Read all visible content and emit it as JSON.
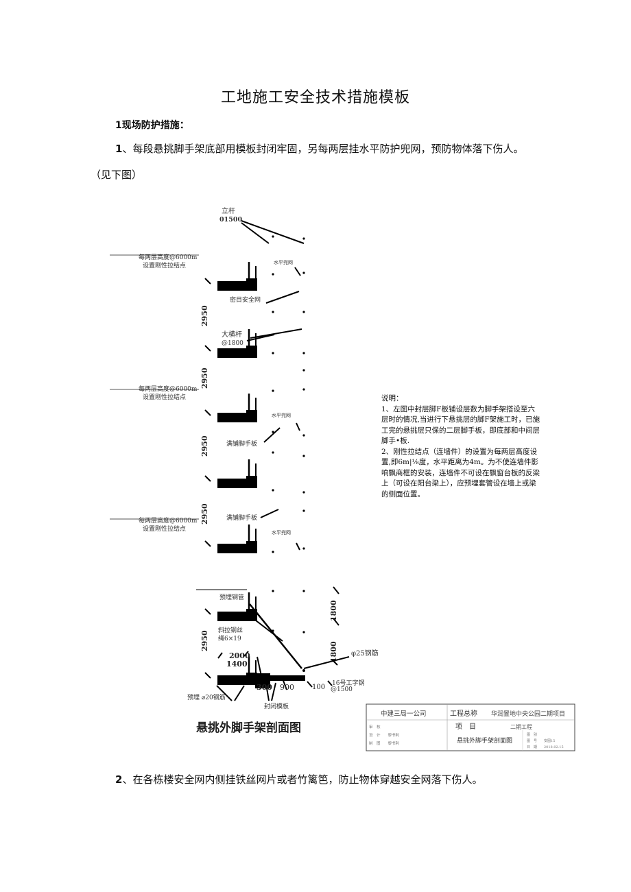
{
  "doc": {
    "title": "工地施工安全技术措施模板",
    "section1_heading": "1现场防护措施：",
    "item1_num": "1",
    "item1_text": "、每段悬挑脚手架底部用模板封闭牢固，另每两层挂水平防护兜网，预防物体落下伤人。",
    "item1_cont": "（见下图）",
    "item2_num": "2",
    "item2_text": "、在各栋楼安全网内侧挂铁丝网片或者竹篱笆，防止物体穿越安全网落下伤人。"
  },
  "figure": {
    "labels": {
      "pole": "立杆",
      "pole_spacing": "01500",
      "tie_line1": "每两层高度@6000m",
      "tie_line2": "设置刚性拉结点",
      "horizontal_net": "水平兜网",
      "dense_net": "密目安全网",
      "ledger": "大横杆",
      "ledger_spacing": "@1800",
      "full_board": "满铺脚手板",
      "embedded_pipe": "预埋钢管",
      "wire_rope1": "斜拉钢丝",
      "wire_rope2": "绳6×19",
      "dim_2950": "2950",
      "dim_2000": "2000",
      "dim_1400": "1400",
      "dim_1800": "1800",
      "dim_300": "300",
      "dim_900": "900",
      "dim_100": "100",
      "rebar25": "φ25钢筋",
      "i_beam": "16号工字钢",
      "i_beam_spacing": "@1500",
      "embed_rebar": "预埋 ⌀20钢筋",
      "closure_board": "封闭模板",
      "caption": "悬挑外脚手架剖面图"
    },
    "notes": [
      "说明：",
      "1、左图中封层脚F板铺设层数为脚手架搭设至六层时的情况,当进行下悬挑层的脚F架施工时，已施工完的悬挑层只保的二层脚手板，即底部和中间层脚手•板.",
      "2、刚性拉结点（连墙件）的设置为每两层高度设置,即6m|⅛度，水平距离为4m。为不使连墙件影响飘商框的安装，连墙件不可设在飘窗台板的反梁上（可设在阳台梁上），应预埋套管设在墙上或梁的侧面位置。"
    ],
    "title_block": {
      "company": "中建三局一公司",
      "project_label": "工程总称",
      "project_name": "华润置地中央公园二期项目",
      "item_label": "项　目",
      "item_name": "二期工程",
      "drawing_name": "悬挑外脚手架剖面图",
      "row1": "审　核",
      "row2": "设　计　　黎书利",
      "row3": "制　图　　黎书利",
      "side1": "图　别",
      "side2": "图　号　　安图15",
      "side3": "日　期　　2018.02.15"
    }
  }
}
